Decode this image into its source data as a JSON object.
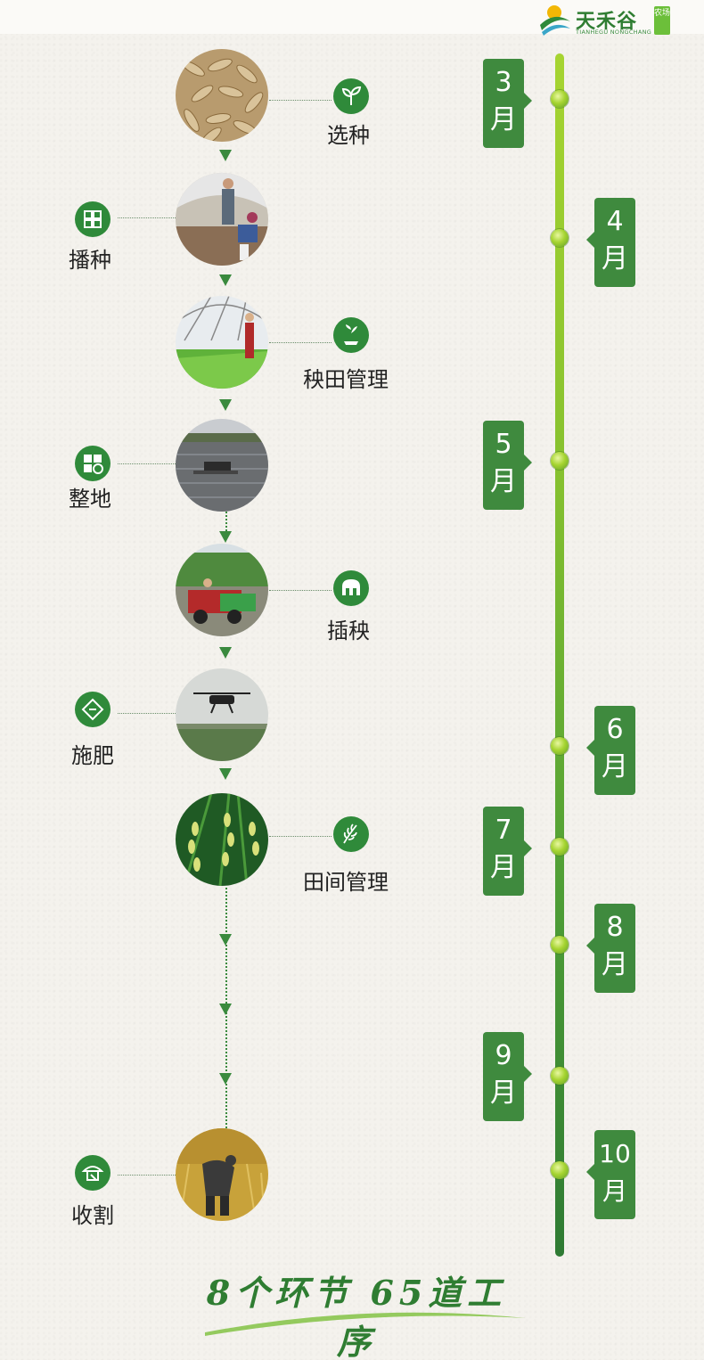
{
  "brand": {
    "name": "天禾谷",
    "sub": "TIANHEGU NONGCHANG",
    "badge": "农场"
  },
  "steps": [
    {
      "label": "选种",
      "icon": "sprout-icon",
      "photo": "rice-seeds-photo"
    },
    {
      "label": "播种",
      "icon": "seed-tray-icon",
      "photo": "sowing-greenhouse-photo"
    },
    {
      "label": "秧田管理",
      "icon": "seedling-care-icon",
      "photo": "seedling-field-photo"
    },
    {
      "label": "整地",
      "icon": "field-prep-icon",
      "photo": "tractor-field-photo"
    },
    {
      "label": "插秧",
      "icon": "transplant-icon",
      "photo": "transplanter-photo"
    },
    {
      "label": "施肥",
      "icon": "fertilizer-icon",
      "photo": "drone-spraying-photo"
    },
    {
      "label": "田间管理",
      "icon": "rice-ear-icon",
      "photo": "rice-ears-photo"
    },
    {
      "label": "收割",
      "icon": "farmer-harvest-icon",
      "photo": "harvest-photo"
    }
  ],
  "months": [
    {
      "num": "3",
      "unit": "月"
    },
    {
      "num": "4",
      "unit": "月"
    },
    {
      "num": "5",
      "unit": "月"
    },
    {
      "num": "6",
      "unit": "月"
    },
    {
      "num": "7",
      "unit": "月"
    },
    {
      "num": "8",
      "unit": "月"
    },
    {
      "num": "9",
      "unit": "月"
    },
    {
      "num": "10",
      "unit": "月"
    }
  ],
  "slogan": "8个环节 65道工序",
  "colors": {
    "primary_green": "#3f8a3e",
    "light_green": "#a6d431",
    "dark_green": "#2e7a33"
  }
}
